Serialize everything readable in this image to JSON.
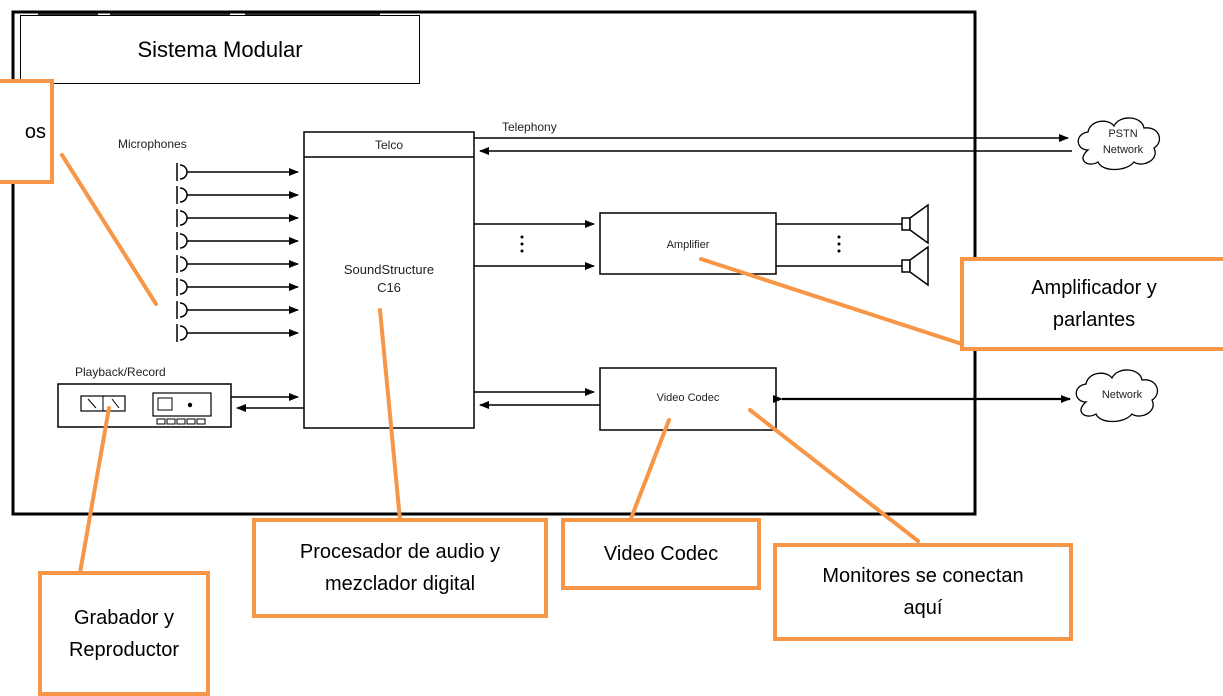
{
  "title": "Sistema Modular",
  "diagram": {
    "microphones_label": "Microphones",
    "telco_label": "Telco",
    "telephony_label": "Telephony",
    "processor_label_line1": "SoundStructure",
    "processor_label_line2": "C16",
    "amplifier_label": "Amplifier",
    "video_codec_label": "Video Codec",
    "pstn_line1": "PSTN",
    "pstn_line2": "Network",
    "network_label": "Network",
    "playback_label": "Playback/Record"
  },
  "callouts": {
    "microphones_partial": "os",
    "amplifier_line1": "Amplificador y",
    "amplifier_line2": "parlantes",
    "processor_line1": "Procesador de audio y",
    "processor_line2": "mezclador digital",
    "video_codec": "Video Codec",
    "monitors_line1": "Monitores se conectan",
    "monitors_line2": "aquí",
    "recorder_line1": "Grabador y",
    "recorder_line2": "Reproductor"
  },
  "colors": {
    "callout_border": "#f79646",
    "line": "#000000"
  }
}
